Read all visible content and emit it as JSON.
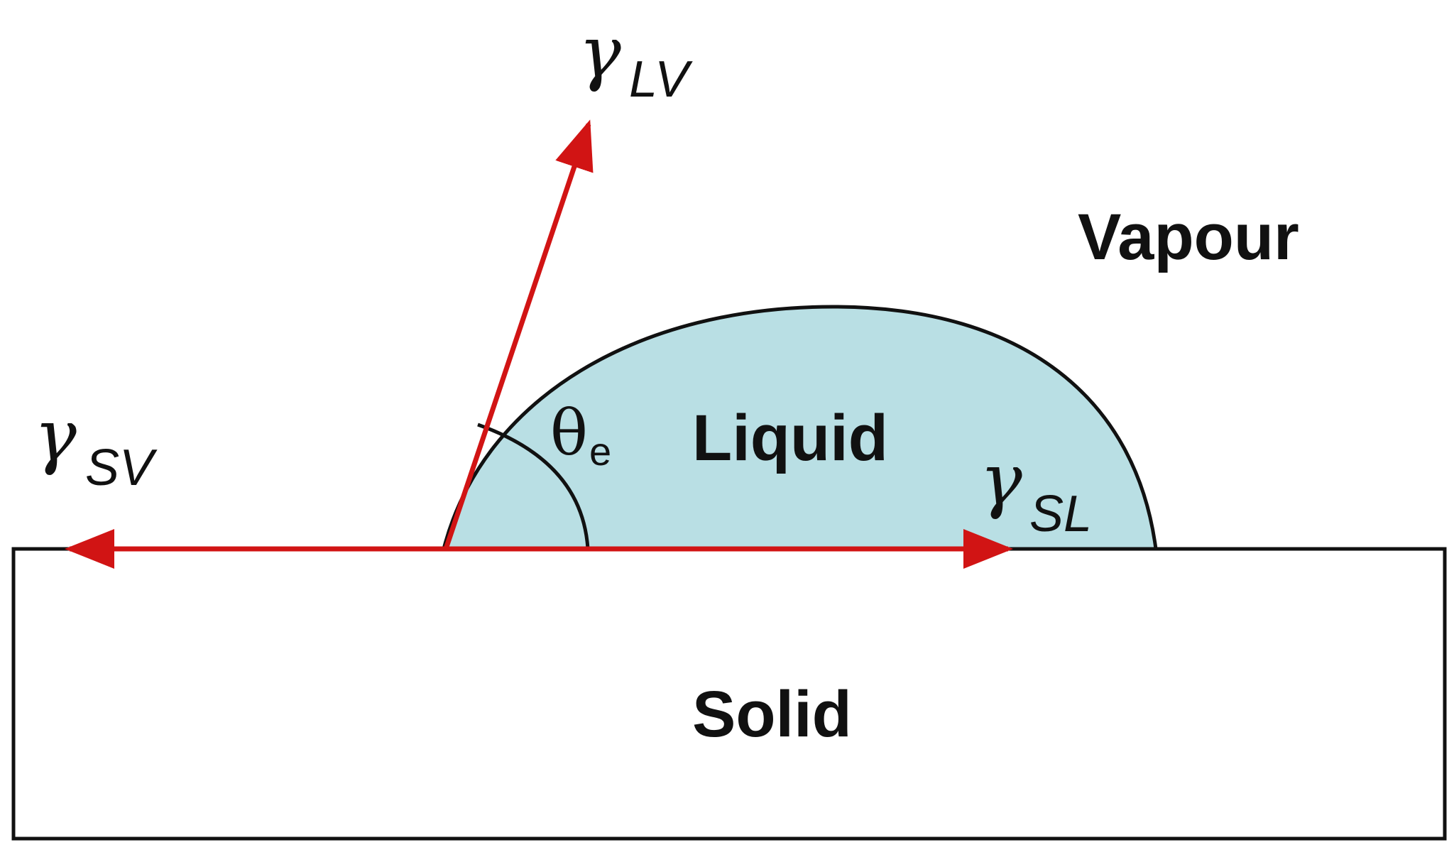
{
  "regions": {
    "vapour": "Vapour",
    "liquid": "Liquid",
    "solid": "Solid"
  },
  "tensions": {
    "liquid_vapour": {
      "symbol": "γ",
      "subscript": "LV"
    },
    "solid_vapour": {
      "symbol": "γ",
      "subscript": "SV"
    },
    "solid_liquid": {
      "symbol": "γ",
      "subscript": "SL"
    }
  },
  "angle": {
    "symbol": "θ",
    "subscript": "e"
  },
  "colors": {
    "arrow": "#d11414",
    "droplet_fill": "#b9dfe4",
    "outline": "#111111",
    "solid_fill": "#ffffff"
  }
}
